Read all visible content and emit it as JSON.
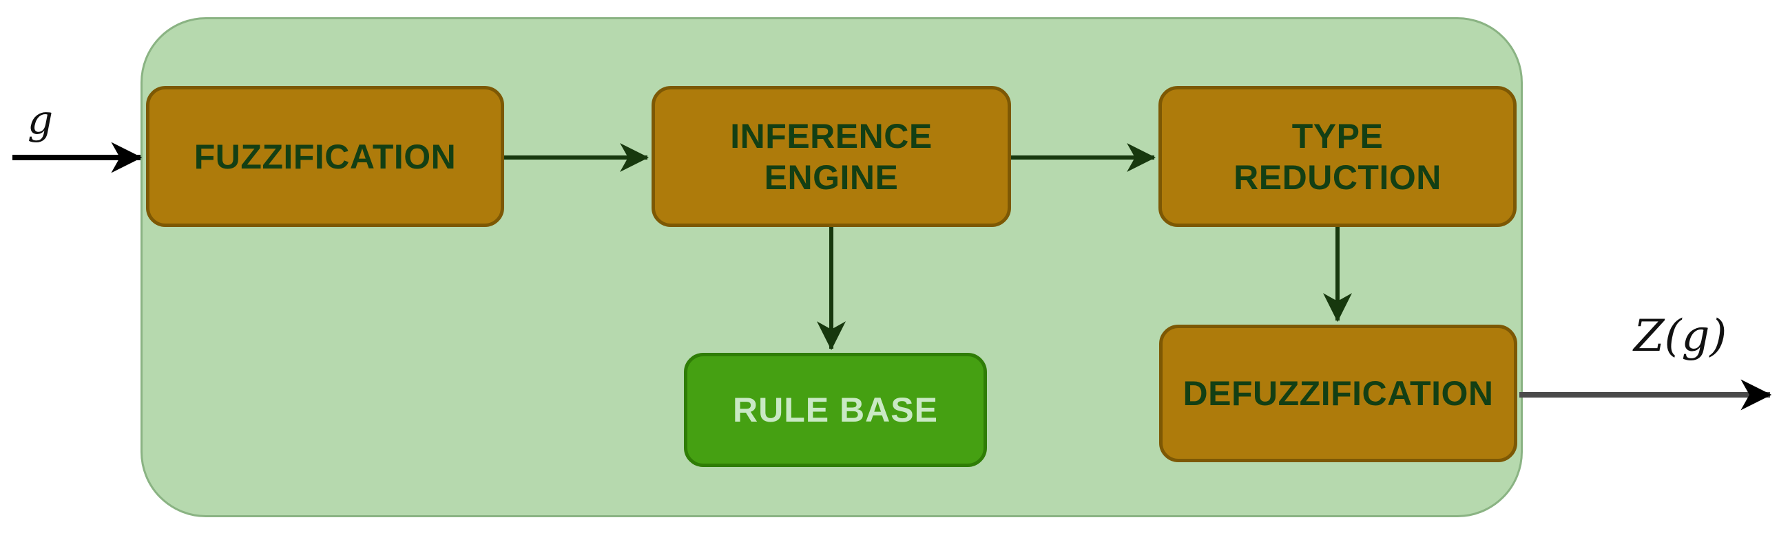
{
  "diagram": {
    "description": "Type-2 fuzzy logic system block diagram",
    "input_label": "g",
    "output_label": "Z(g)",
    "blocks": {
      "fuzzification": {
        "label": "FUZZIFICATION"
      },
      "inference_engine": {
        "line1": "INFERENCE",
        "line2": "ENGINE"
      },
      "type_reduction": {
        "line1": "TYPE",
        "line2": "REDUCTION"
      },
      "rule_base": {
        "label": "RULE BASE"
      },
      "defuzzification": {
        "label": "DEFUZZIFICATION"
      }
    },
    "arrows": {
      "input": "g to FUZZIFICATION",
      "fuzzification_to_inference": "FUZZIFICATION to INFERENCE ENGINE",
      "inference_to_type_reduction": "INFERENCE ENGINE to TYPE REDUCTION",
      "inference_to_rule_base": "INFERENCE ENGINE down to RULE BASE",
      "type_reduction_to_defuzzification": "TYPE REDUCTION down to DEFUZZIFICATION",
      "output": "DEFUZZIFICATION to Z(g)"
    },
    "colors": {
      "container_fill": "#b6d9ae",
      "container_border": "#8ab383",
      "block_fill": "#ae7b0b",
      "block_border": "#7d5804",
      "block_text": "#133f14",
      "rule_base_fill": "#45a012",
      "rule_base_border": "#2f7d06",
      "rule_base_text": "#c9e9c4",
      "internal_arrow": "#17380e",
      "input_arrow": "#000000",
      "output_arrow_line": "#4a4a4a",
      "output_arrow_head": "#000000",
      "page_background": "#ffffff"
    }
  }
}
